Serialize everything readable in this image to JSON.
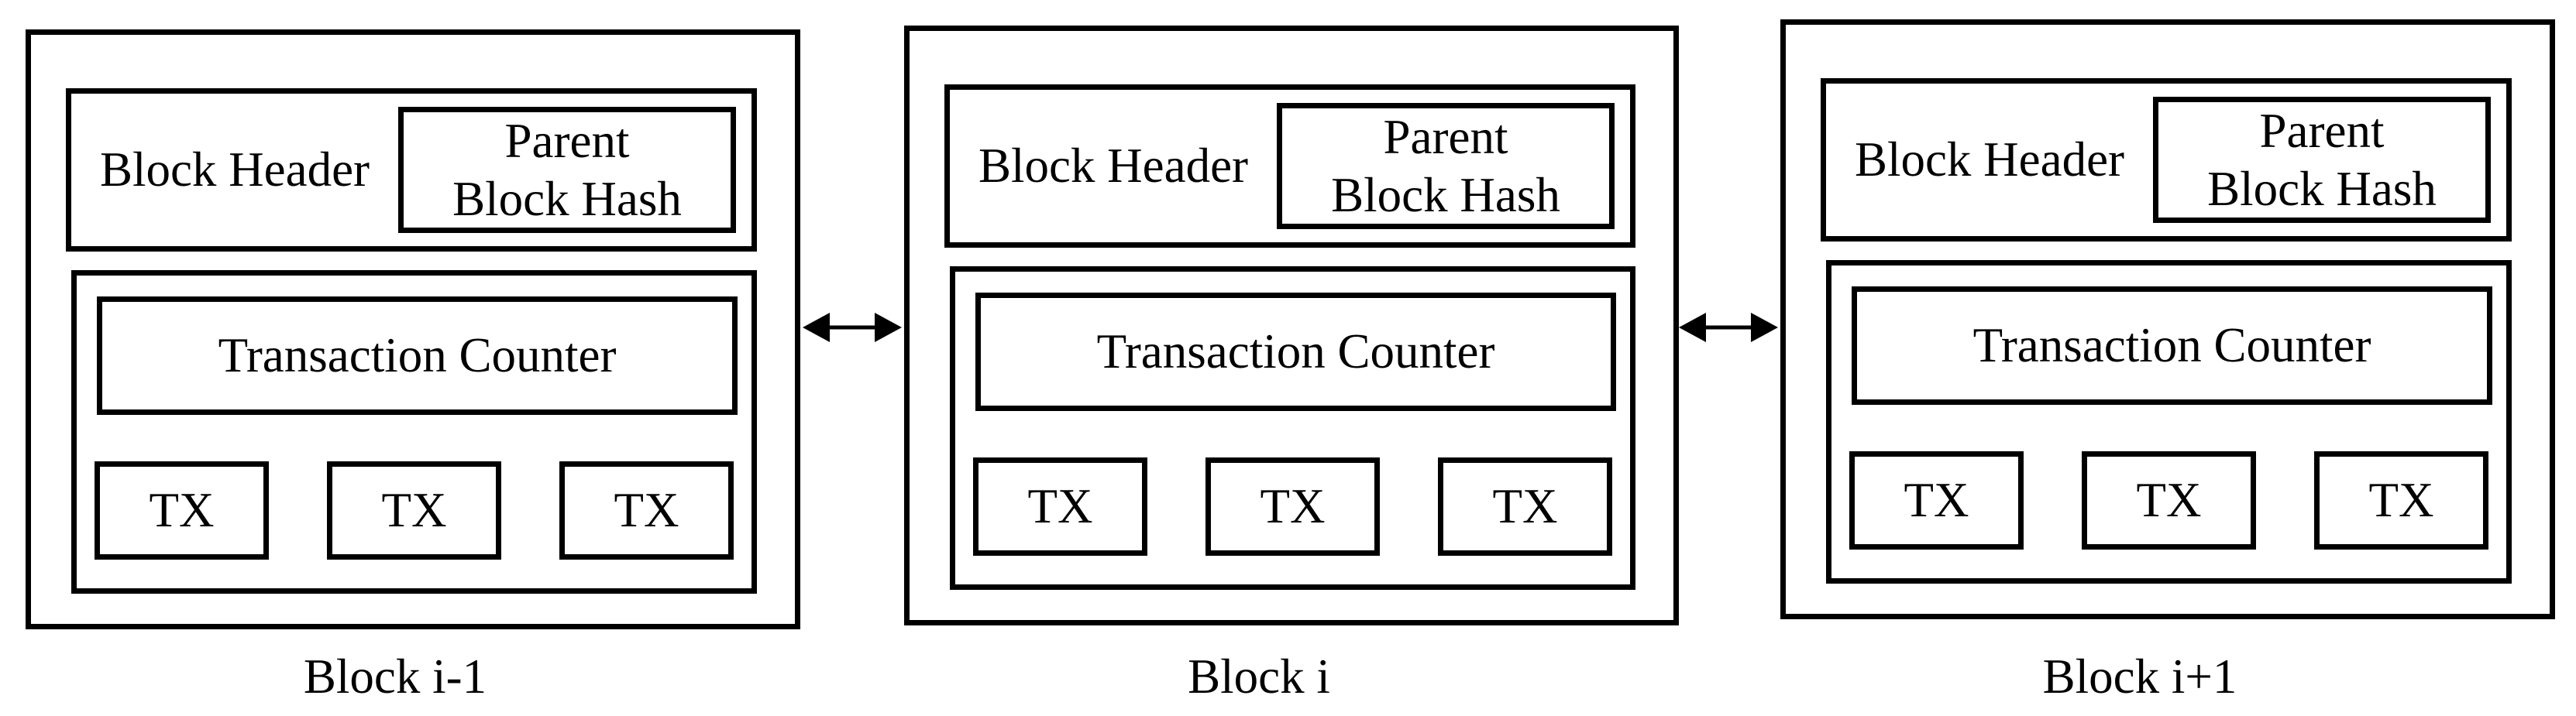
{
  "figure": {
    "type": "blockchain-structure-diagram",
    "colors": {
      "line": "#000000",
      "background": "#ffffff",
      "text": "#000000"
    },
    "blocks": [
      {
        "caption": "Block i-1",
        "header_label": "Block Header",
        "parent_hash_lines": [
          "Parent",
          "Block Hash"
        ],
        "counter_label": "Transaction Counter",
        "tx_labels": [
          "TX",
          "TX",
          "TX"
        ]
      },
      {
        "caption": "Block i",
        "header_label": "Block Header",
        "parent_hash_lines": [
          "Parent",
          "Block Hash"
        ],
        "counter_label": "Transaction Counter",
        "tx_labels": [
          "TX",
          "TX",
          "TX"
        ]
      },
      {
        "caption": "Block i+1",
        "header_label": "Block Header",
        "parent_hash_lines": [
          "Parent",
          "Block Hash"
        ],
        "counter_label": "Transaction Counter",
        "tx_labels": [
          "TX",
          "TX",
          "TX"
        ]
      }
    ],
    "connectors": [
      {
        "type": "double-headed-arrow"
      },
      {
        "type": "double-headed-arrow"
      }
    ]
  }
}
